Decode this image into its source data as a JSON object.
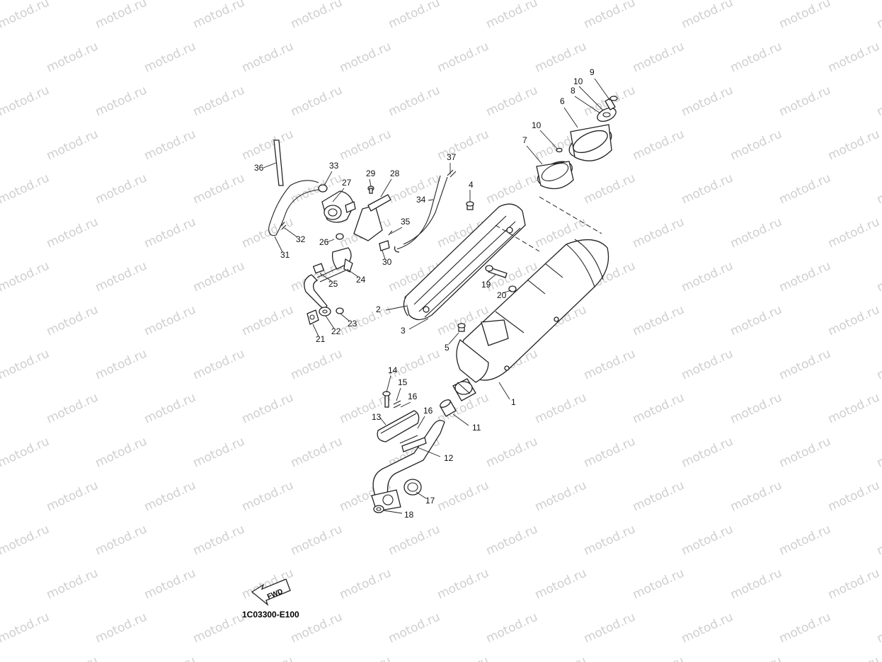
{
  "watermark": "motod.ru",
  "diagram_code": "1C03300-E100",
  "fwd_label": "FWD",
  "callouts": [
    {
      "id": "c1",
      "label": "1"
    },
    {
      "id": "c2",
      "label": "2"
    },
    {
      "id": "c3",
      "label": "3"
    },
    {
      "id": "c4",
      "label": "4"
    },
    {
      "id": "c5",
      "label": "5"
    },
    {
      "id": "c6",
      "label": "6"
    },
    {
      "id": "c7",
      "label": "7"
    },
    {
      "id": "c8",
      "label": "8"
    },
    {
      "id": "c9",
      "label": "9"
    },
    {
      "id": "c10a",
      "label": "10"
    },
    {
      "id": "c10b",
      "label": "10"
    },
    {
      "id": "c11",
      "label": "11"
    },
    {
      "id": "c12",
      "label": "12"
    },
    {
      "id": "c13",
      "label": "13"
    },
    {
      "id": "c14",
      "label": "14"
    },
    {
      "id": "c15",
      "label": "15"
    },
    {
      "id": "c16a",
      "label": "16"
    },
    {
      "id": "c16b",
      "label": "16"
    },
    {
      "id": "c17",
      "label": "17"
    },
    {
      "id": "c18",
      "label": "18"
    },
    {
      "id": "c19",
      "label": "19"
    },
    {
      "id": "c20",
      "label": "20"
    },
    {
      "id": "c21",
      "label": "21"
    },
    {
      "id": "c22",
      "label": "22"
    },
    {
      "id": "c23",
      "label": "23"
    },
    {
      "id": "c24",
      "label": "24"
    },
    {
      "id": "c25",
      "label": "25"
    },
    {
      "id": "c26",
      "label": "26"
    },
    {
      "id": "c27",
      "label": "27"
    },
    {
      "id": "c28",
      "label": "28"
    },
    {
      "id": "c29",
      "label": "29"
    },
    {
      "id": "c30",
      "label": "30"
    },
    {
      "id": "c31",
      "label": "31"
    },
    {
      "id": "c32",
      "label": "32"
    },
    {
      "id": "c33",
      "label": "33"
    },
    {
      "id": "c34",
      "label": "34"
    },
    {
      "id": "c35",
      "label": "35"
    },
    {
      "id": "c36",
      "label": "36"
    },
    {
      "id": "c37",
      "label": "37"
    }
  ]
}
